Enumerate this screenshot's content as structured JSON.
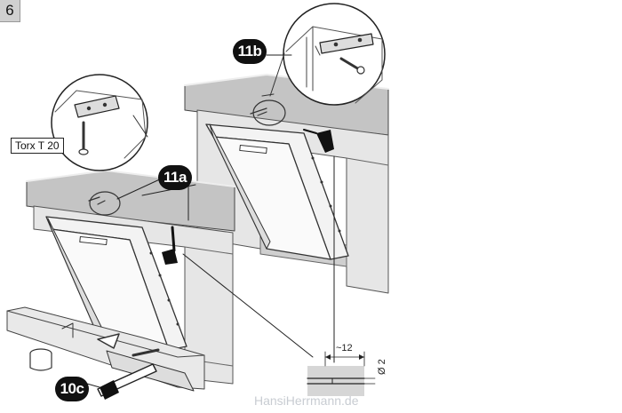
{
  "step_number": "6",
  "labels": {
    "badge_11b": "11b",
    "badge_11a": "11a",
    "badge_10c": "10c",
    "tool": "Torx T 20",
    "dim_width": "~12",
    "dim_diameter": "Ø 2"
  },
  "watermark": "HansiHerrmann.de",
  "colors": {
    "badge_bg": "#111111",
    "countertop": "#bdbdbd",
    "cabinet": "#e4e4e4",
    "line": "#333333",
    "step_box": "#d0d0d0"
  }
}
